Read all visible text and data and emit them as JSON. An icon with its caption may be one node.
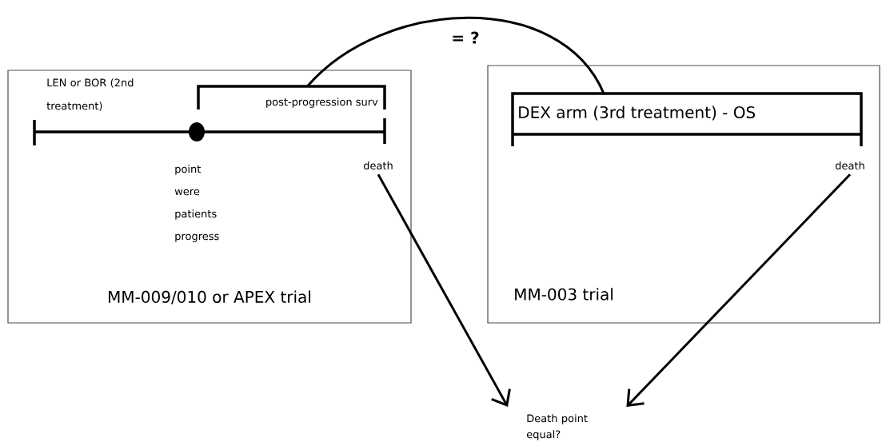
{
  "diagram": {
    "nodes": [
      {
        "text": [
          "MM-009/010 or APEX trial"
        ]
      },
      {
        "text": [
          "MM-003 trial"
        ]
      },
      {
        "text": [
          "post-progression surv"
        ],
        "in": 0
      },
      {
        "text": [
          "DEX arm (3rd treatment) - OS"
        ],
        "in": 1
      },
      {
        "text": [
          "death"
        ],
        "in": 0
      },
      {
        "text": [
          "death"
        ],
        "in": 1
      },
      {
        "text": [
          "Death point equal?"
        ]
      }
    ],
    "edges": [
      {
        "from": 2,
        "to": 3,
        "arrow": "none",
        "label": "= ?"
      },
      {
        "from": 4,
        "to": 6,
        "arrow": "to"
      },
      {
        "from": 5,
        "to": 6,
        "arrow": "to"
      }
    ],
    "labels": [
      "LEN or BOR (2nd treatment)",
      "point were patients progress"
    ]
  }
}
